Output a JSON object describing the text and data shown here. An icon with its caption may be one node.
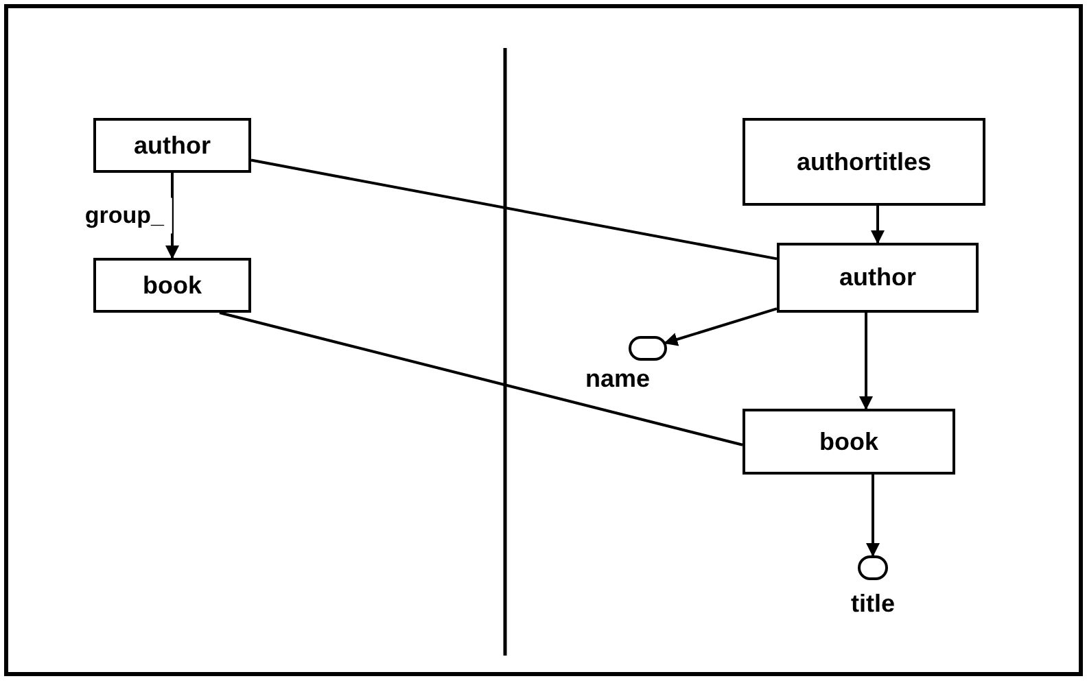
{
  "diagram": {
    "nodes": [
      {
        "text": [
          "author"
        ]
      },
      {
        "text": [
          "book"
        ]
      },
      {
        "text": [
          "authortitles"
        ]
      },
      {
        "text": [
          "author"
        ]
      },
      {
        "text": [],
        "shape": "circle",
        "beside": [
          "name"
        ]
      },
      {
        "text": [
          "book"
        ]
      },
      {
        "text": [],
        "shape": "circle",
        "beside": [
          "title"
        ]
      }
    ],
    "edges": [
      {
        "from": 0,
        "to": 1,
        "arrow": "to",
        "label": "group_"
      },
      {
        "from": 0,
        "to": 3,
        "arrow": "none"
      },
      {
        "from": 1,
        "to": 5,
        "arrow": "none"
      },
      {
        "from": 2,
        "to": 3,
        "arrow": "to"
      },
      {
        "from": 3,
        "to": 4,
        "arrow": "to"
      },
      {
        "from": 3,
        "to": 5,
        "arrow": "to"
      },
      {
        "from": 5,
        "to": 6,
        "arrow": "to"
      }
    ]
  }
}
